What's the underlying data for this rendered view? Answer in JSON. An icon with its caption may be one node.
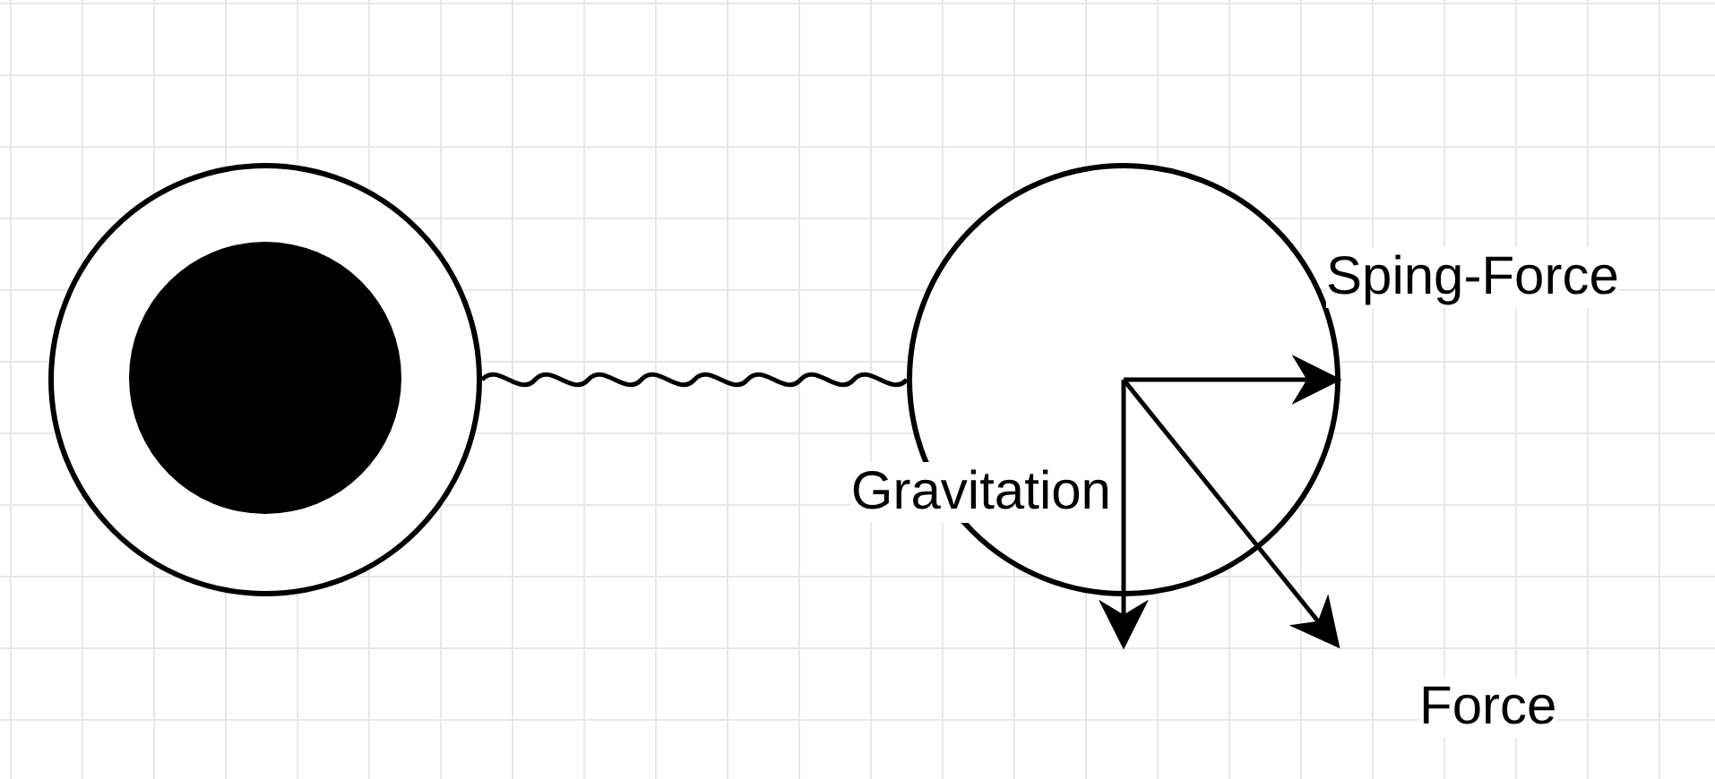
{
  "diagram": {
    "nodes": [
      {
        "text": [],
        "shape": "circle"
      },
      {
        "text": [],
        "shape": "circle",
        "in": 0
      },
      {
        "text": [],
        "shape": "circle"
      }
    ],
    "edges": [
      {
        "from": 0,
        "to": 2,
        "arrow": "none"
      }
    ],
    "labels": [
      "Sping-Force",
      "Gravitation",
      "Force"
    ]
  }
}
